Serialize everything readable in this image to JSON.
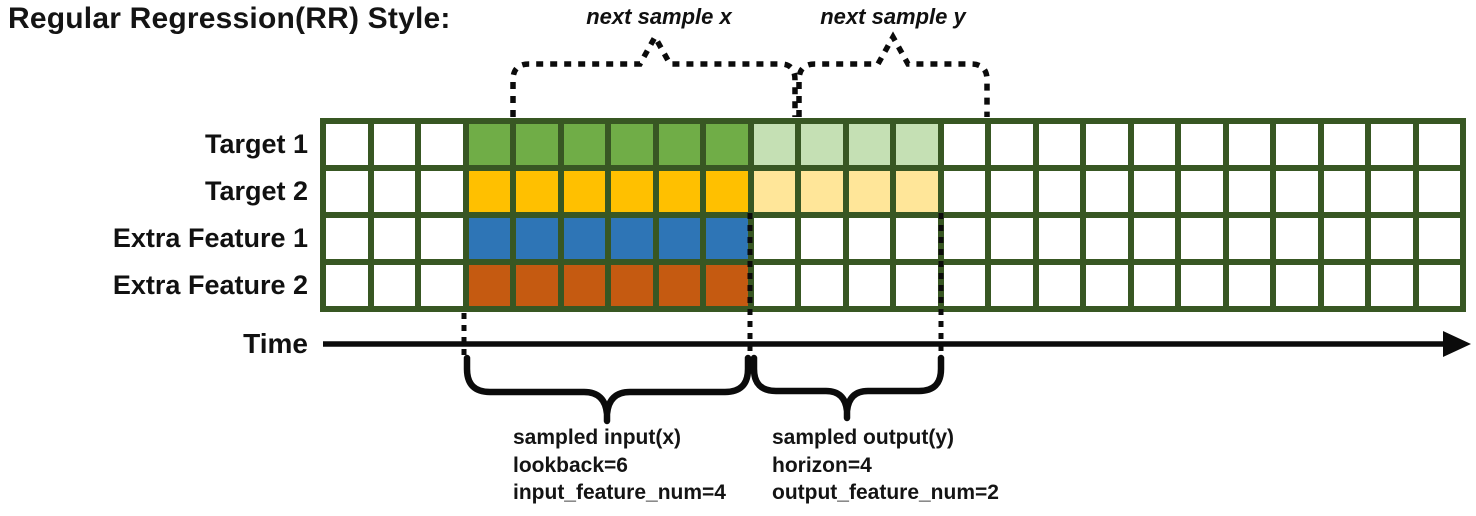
{
  "title": "Regular Regression(RR) Style:",
  "top_labels": {
    "next_sample_x": "next sample x",
    "next_sample_y": "next sample y"
  },
  "time_axis": {
    "label": "Time"
  },
  "grid": {
    "columns": 24,
    "rows": [
      {
        "label": "Target 1",
        "cells": [
          "white",
          "white",
          "white",
          "green",
          "green",
          "green",
          "green",
          "green",
          "green",
          "green_light",
          "green_light",
          "green_light",
          "green_light",
          "white",
          "white",
          "white",
          "white",
          "white",
          "white",
          "white",
          "white",
          "white",
          "white",
          "white"
        ]
      },
      {
        "label": "Target 2",
        "cells": [
          "white",
          "white",
          "white",
          "gold",
          "gold",
          "gold",
          "gold",
          "gold",
          "gold",
          "gold_light",
          "gold_light",
          "gold_light",
          "gold_light",
          "white",
          "white",
          "white",
          "white",
          "white",
          "white",
          "white",
          "white",
          "white",
          "white",
          "white"
        ]
      },
      {
        "label": "Extra Feature 1",
        "cells": [
          "white",
          "white",
          "white",
          "blue",
          "blue",
          "blue",
          "blue",
          "blue",
          "blue",
          "white",
          "white",
          "white",
          "white",
          "white",
          "white",
          "white",
          "white",
          "white",
          "white",
          "white",
          "white",
          "white",
          "white",
          "white"
        ]
      },
      {
        "label": "Extra Feature 2",
        "cells": [
          "white",
          "white",
          "white",
          "orange",
          "orange",
          "orange",
          "orange",
          "orange",
          "orange",
          "white",
          "white",
          "white",
          "white",
          "white",
          "white",
          "white",
          "white",
          "white",
          "white",
          "white",
          "white",
          "white",
          "white",
          "white"
        ]
      }
    ]
  },
  "input_annotation": {
    "lines": [
      "sampled input(x)",
      "lookback=6",
      "input_feature_num=4"
    ]
  },
  "output_annotation": {
    "lines": [
      "sampled output(y)",
      "horizon=4",
      "output_feature_num=2"
    ]
  },
  "sampling": {
    "lookback": 6,
    "horizon": 4,
    "input_feature_num": 4,
    "output_feature_num": 2
  },
  "colors": {
    "white": "#ffffff",
    "green": "#70ad47",
    "green_light": "#c5e0b4",
    "gold": "#ffc000",
    "gold_light": "#ffe699",
    "blue": "#2e75b6",
    "orange": "#c55a11",
    "grid_line": "#385723",
    "stroke": "#0b0b0b"
  }
}
